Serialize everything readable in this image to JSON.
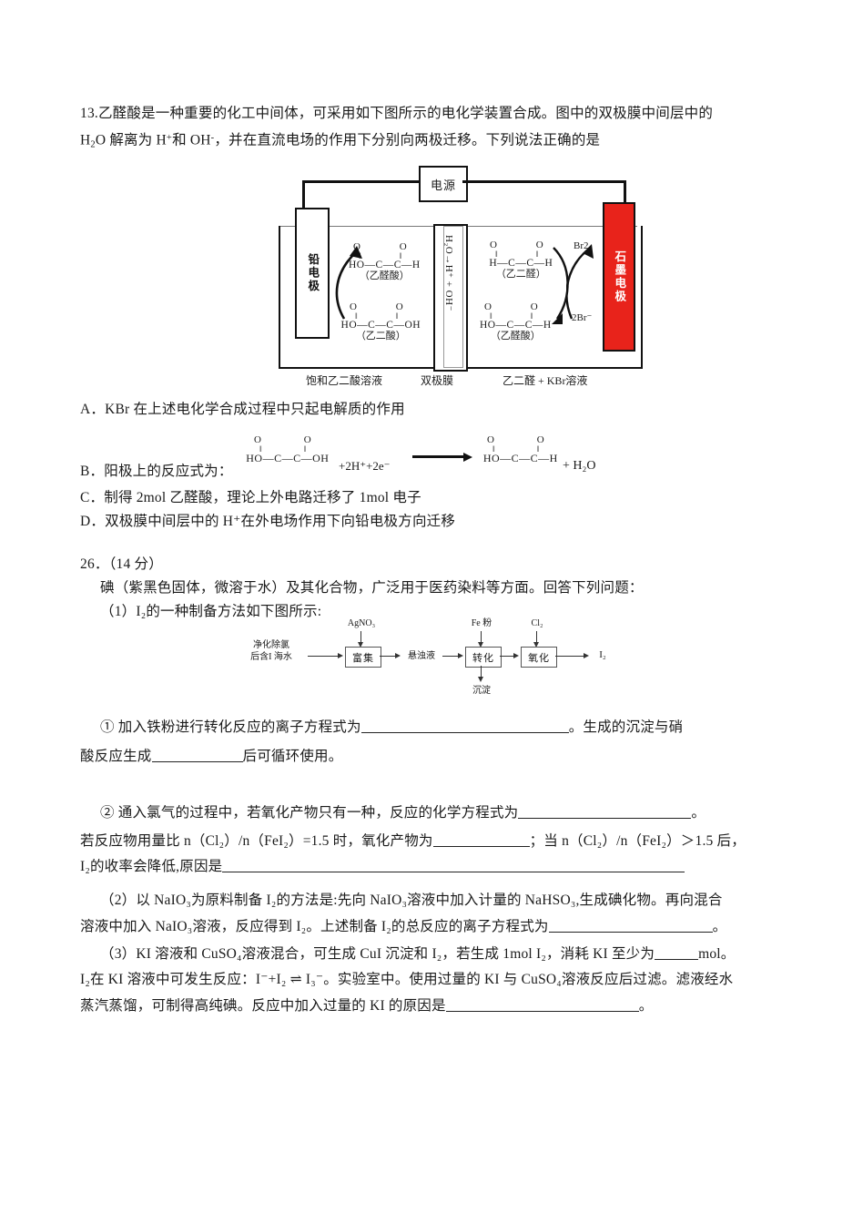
{
  "document": {
    "q13": {
      "stem_line1": "13.乙醛酸是一种重要的化工中间体，可采用如下图所示的电化学装置合成。图中的双极膜中间层中的",
      "stem_line2_a": "H",
      "stem_line2_sub": "2",
      "stem_line2_b": "O 解离为 H",
      "stem_line2_sup1": "+",
      "stem_line2_c": "和 OH",
      "stem_line2_sup2": "-",
      "stem_line2_d": "，并在直流电场的作用下分别向两极迁移。下列说法正确的是",
      "diagram": {
        "power_source": "电源",
        "left_electrode": "铅电极",
        "right_electrode": "石墨电极",
        "membrane_label": "H₂O→H⁺ + OH⁻",
        "left_upper_molecule": {
          "oxygens": "O O",
          "bonds": "‖ ‖",
          "chain": "HO—C—C—H",
          "name": "（乙醛酸）"
        },
        "left_lower_molecule": {
          "oxygens": "O O",
          "bonds": "‖ ‖",
          "chain": "HO—C—C—OH",
          "name": "（乙二酸）"
        },
        "right_upper_molecule": {
          "oxygens": "O O",
          "bonds": "‖ ‖",
          "chain": "H—C—C—H",
          "name": "（乙二醛）"
        },
        "right_lower_molecule": {
          "oxygens": "O O",
          "bonds": "‖ ‖",
          "chain": "HO—C—C—H",
          "name": "（乙醛酸）"
        },
        "species_br2": "Br2",
        "species_br_minus": "2Br⁻",
        "base_left": "饱和乙二酸溶液",
        "base_middle": "双极膜",
        "base_right": "乙二醛 + KBr溶液"
      },
      "options": {
        "A": "A．KBr 在上述电化学合成过程中只起电解质的作用",
        "B_prefix": "B．阳极上的反应式为：",
        "B_reactant": {
          "oxygens": "O O",
          "bonds": "‖ ‖",
          "chain": "HO—C—C—OH"
        },
        "B_middle": "+2H⁺+2e⁻",
        "B_product": {
          "oxygens": "O O",
          "bonds": "‖ ‖",
          "chain": "HO—C—C—H"
        },
        "B_suffix": "+ H₂O",
        "C": "C．制得 2mol 乙醛酸，理论上外电路迁移了 1mol 电子",
        "D": "D．双极膜中间层中的 H⁺在外电场作用下向铅电极方向迁移"
      }
    },
    "q26": {
      "number_line": "26．（14 分）",
      "intro": "碘（紫黑色固体，微溶于水）及其化合物，广泛用于医药染料等方面。回答下列问题：",
      "sub1_intro": "（1）I₂的一种制备方法如下图所示:",
      "flowchart": {
        "input_line1": "净化除氯",
        "input_line2": "后含I 海水",
        "reagent1": "AgNO₃",
        "box1": "富集",
        "intermediate": "悬浊液",
        "reagent2": "Fe 粉",
        "box2": "转化",
        "byproduct": "沉淀",
        "reagent3": "Cl₂",
        "box3": "氧化",
        "output": "I₂"
      },
      "item1_a": "① 加入铁粉进行转化反应的离子方程式为",
      "item1_b": "。生成的沉淀与硝",
      "item1_c": "酸反应生成",
      "item1_d": "后可循环使用。",
      "item2_a": "② 通入氯气的过程中，若氧化产物只有一种，反应的化学方程式为",
      "item2_b": "。",
      "item2_c": "若反应物用量比 n（Cl₂）/n（FeI₂）=1.5 时，氧化产物为",
      "item2_d": "；当 n（Cl₂）/n（FeI₂）＞1.5 后，",
      "item2_e": "I₂的收率会降低,原因是",
      "sub2_line1": "（2）以 NaIO₃为原料制备 I₂的方法是:先向 NaIO₃溶液中加入计量的 NaHSO₃,生成碘化物。再向混合",
      "sub2_line2_a": "溶液中加入 NaIO₃溶液，反应得到 I₂。上述制备 I₂的总反应的离子方程式为",
      "sub2_line2_b": "。",
      "sub3_line1_a": "（3）KI 溶液和 CuSO₄溶液混合，可生成 CuI 沉淀和 I₂，若生成 1mol I₂，消耗 KI 至少为",
      "sub3_line1_b": "mol。",
      "sub3_line2": "I₂在 KI 溶液中可发生反应：I⁻+I₂ ⇌ I₃⁻。实验室中。使用过量的 KI 与 CuSO₄溶液反应后过滤。滤液经水",
      "sub3_line3_a": "蒸汽蒸馏，可制得高纯碘。反应中加入过量的 KI 的原因是",
      "sub3_line3_b": "。"
    }
  },
  "colors": {
    "text": "#1a1a1a",
    "graphite_electrode": "#e8231b",
    "line": "#111111"
  }
}
